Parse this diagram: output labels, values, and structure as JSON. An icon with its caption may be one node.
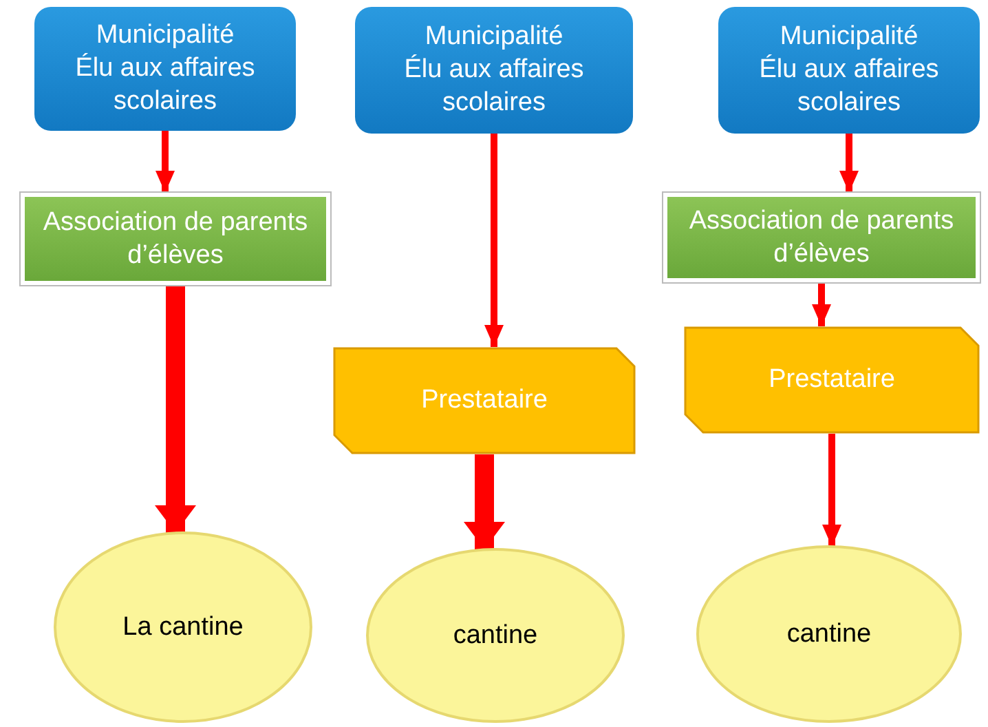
{
  "diagram": {
    "nodes": [
      {
        "text": [
          "Municipalité",
          "Élu aux affaires scolaires"
        ]
      },
      {
        "text": [
          "Municipalité",
          "Élu aux affaires scolaires"
        ]
      },
      {
        "text": [
          "Municipalité",
          "Élu aux affaires scolaires"
        ]
      },
      {
        "text": [
          "Association de parents d’élèves"
        ]
      },
      {
        "text": [
          "Association de parents d’élèves"
        ]
      },
      {
        "text": [
          "Prestataire"
        ]
      },
      {
        "text": [
          "Prestataire"
        ]
      },
      {
        "text": [
          "La cantine"
        ]
      },
      {
        "text": [
          "cantine"
        ]
      },
      {
        "text": [
          "cantine"
        ]
      }
    ],
    "edges": [
      {
        "from": 0,
        "to": 3,
        "arrow": "to"
      },
      {
        "from": 3,
        "to": 7,
        "arrow": "to",
        "style": "thick"
      },
      {
        "from": 1,
        "to": 5,
        "arrow": "to"
      },
      {
        "from": 5,
        "to": 8,
        "arrow": "to",
        "style": "thick"
      },
      {
        "from": 2,
        "to": 4,
        "arrow": "to"
      },
      {
        "from": 4,
        "to": 6,
        "arrow": "to"
      },
      {
        "from": 6,
        "to": 9,
        "arrow": "to"
      }
    ]
  }
}
